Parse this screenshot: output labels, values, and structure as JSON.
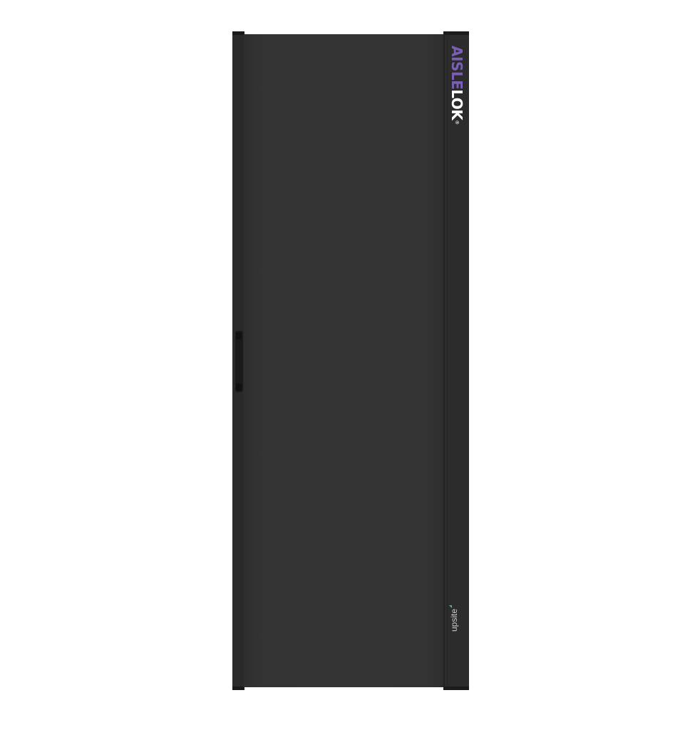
{
  "scene": {
    "subject": "server-cabinet-door",
    "background_color": "#ffffff",
    "panel_color": "#333333",
    "rail_color": "#2c2c2c"
  },
  "brand_logo": {
    "text_colored": "AISLE",
    "text_white": "LOK",
    "registered_mark": "®",
    "accent_color": "#7a5fb4"
  },
  "maker_logo": {
    "text": "upsite",
    "accent_color": "#3fb6c9"
  },
  "icons": {
    "handle": "door-handle-icon",
    "maker_tick": "upsite-tick-icon"
  }
}
